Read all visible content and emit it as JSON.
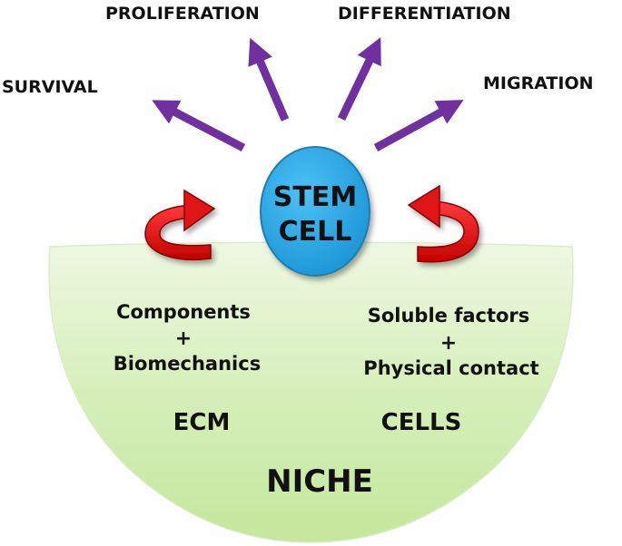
{
  "outcomes": {
    "survival": "SURVIVAL",
    "proliferation": "PROLIFERATION",
    "differentiation": "DIFFERENTIATION",
    "migration": "MIGRATION"
  },
  "stem_cell": {
    "line1": "STEM",
    "line2": "CELL"
  },
  "ecm": {
    "line1": "Components",
    "plus": "+",
    "line2": "Biomechanics",
    "label": "ECM"
  },
  "cells": {
    "line1": "Soluble factors",
    "plus": "+",
    "line2": "Physical contact",
    "label": "CELLS"
  },
  "niche": {
    "label": "NICHE"
  },
  "colors": {
    "arrow": "#7030a0",
    "cell_fill": "#2aa6e3",
    "cell_stroke": "#1f7fb0",
    "niche_fill": "#d8f0bd",
    "niche_fill_dark": "#b9e28d",
    "curved_arrow": "#e02020",
    "curved_arrow_dark": "#a00000"
  }
}
